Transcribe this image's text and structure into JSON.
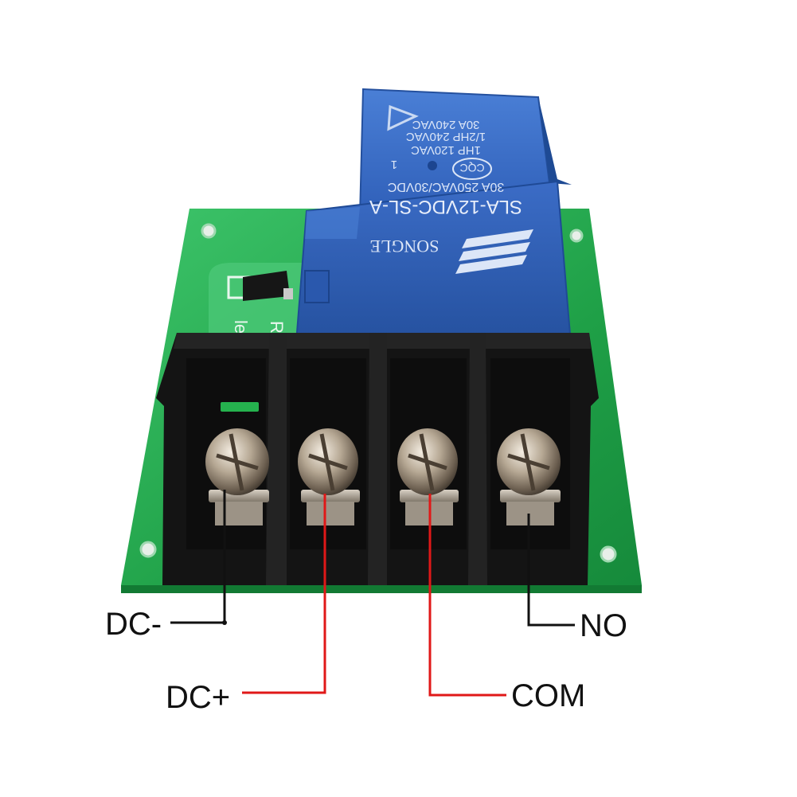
{
  "relay": {
    "rating_lines": [
      "30A 240VAC",
      "1/2HP 240VAC",
      "1HP 120VAC"
    ],
    "cert_mark": "CQC",
    "pin_number": "1",
    "contact_rating": "30A  250VAC/30VDC",
    "model": "SLA-12VDC-SL-A",
    "brand": "SONGLE"
  },
  "terminals": [
    {
      "label": "DC-"
    },
    {
      "label": "DC+"
    },
    {
      "label": "COM"
    },
    {
      "label": "NO"
    }
  ],
  "colors": {
    "pcb_green": "#1fa047",
    "relay_blue": "#2f5fb8",
    "terminal_block": "#111111",
    "wire_red": "#e01818",
    "wire_black": "#111111",
    "background": "#ffffff"
  }
}
